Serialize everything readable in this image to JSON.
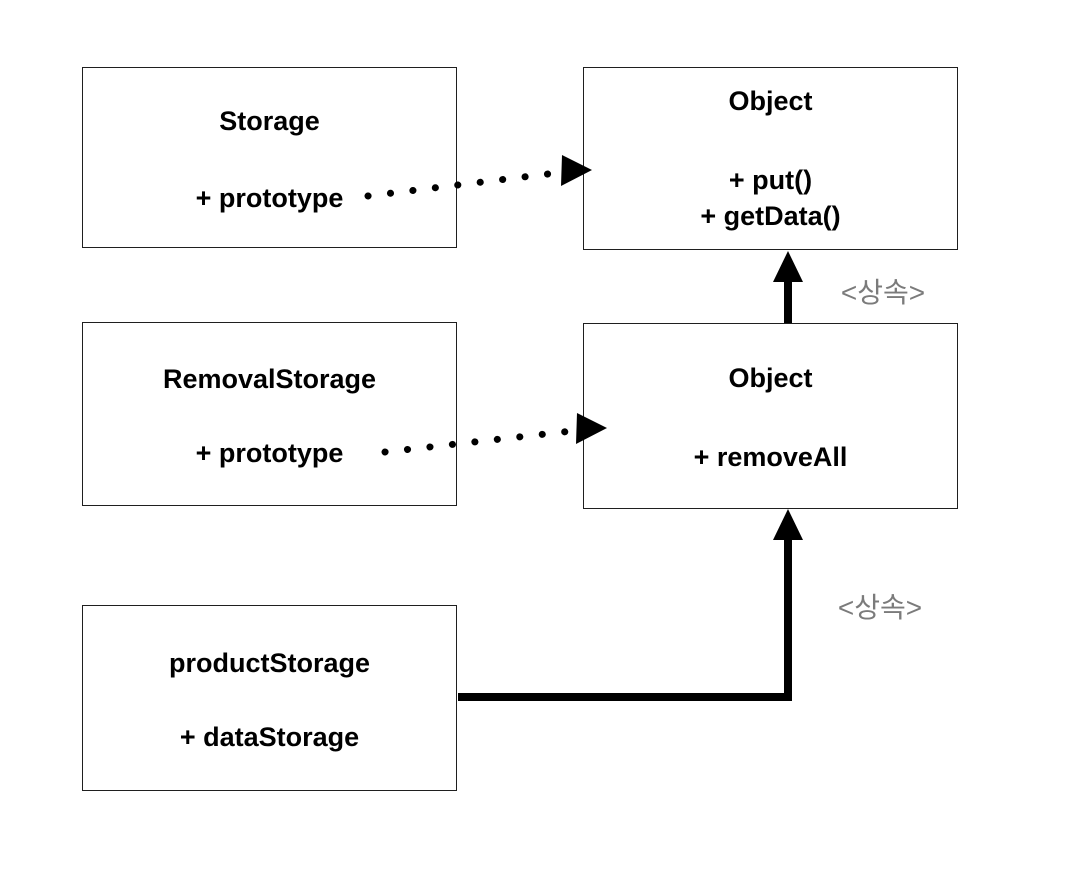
{
  "diagram": {
    "type": "class-diagram",
    "background": "#ffffff",
    "boxes": [
      {
        "id": "storage",
        "title": "Storage",
        "members": [
          "+ prototype"
        ]
      },
      {
        "id": "object-top",
        "title": "Object",
        "members": [
          "+ put()",
          "+ getData()"
        ]
      },
      {
        "id": "removal-storage",
        "title": "RemovalStorage",
        "members": [
          "+ prototype"
        ]
      },
      {
        "id": "object-middle",
        "title": "Object",
        "members": [
          "+ removeAll"
        ]
      },
      {
        "id": "product-storage",
        "title": "productStorage",
        "members": [
          "+ dataStorage"
        ]
      }
    ],
    "edge_labels": [
      {
        "id": "inherit-top",
        "text": "<상속>"
      },
      {
        "id": "inherit-bottom",
        "text": "<상속>"
      }
    ],
    "edges": [
      {
        "from": "storage.prototype",
        "to": "object-top",
        "style": "dotted-arrow"
      },
      {
        "from": "removal-storage.prototype",
        "to": "object-middle",
        "style": "dotted-arrow"
      },
      {
        "from": "object-middle",
        "to": "object-top",
        "style": "solid-thick-arrow",
        "label": "<상속>"
      },
      {
        "from": "product-storage",
        "to": "object-middle",
        "style": "solid-thick-arrow",
        "label": "<상속>"
      }
    ],
    "colors": {
      "background": "#ffffff",
      "box_border": "#1f1f1f",
      "box_text": "#000000",
      "arrow": "#000000",
      "edge_label": "#7b7b7b"
    }
  }
}
